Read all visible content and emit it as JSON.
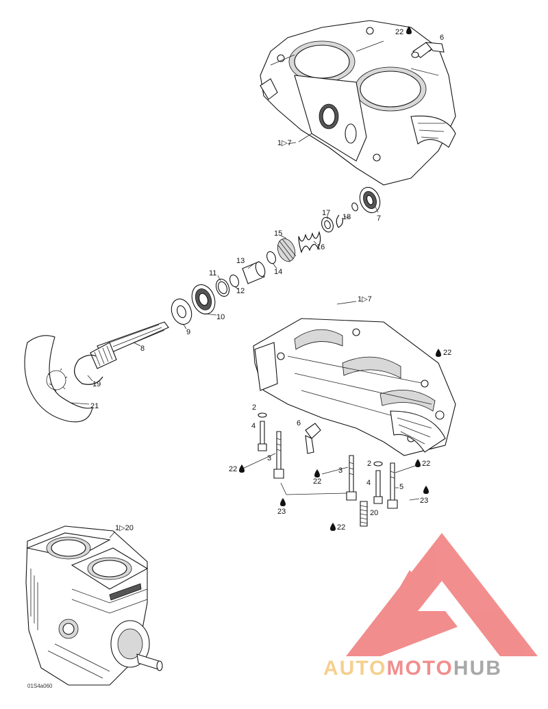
{
  "callouts": {
    "c22_top": "22",
    "c6_top": "6",
    "ref_upper_crankcase": "1▷7",
    "c7": "7",
    "c18": "18",
    "c17": "17",
    "c15": "15",
    "c16": "16",
    "c13": "13",
    "c14": "14",
    "c11": "11",
    "c12": "12",
    "c10": "10",
    "c9": "9",
    "c8": "8",
    "c19": "19",
    "c21": "21",
    "ref_lower_crankcase": "1▷7",
    "c22_right": "22",
    "c2_left": "2",
    "c4_left": "4",
    "c6_mid": "6",
    "c3_left": "3",
    "c22_left": "22",
    "c22_mid": "22",
    "c3_mid": "3",
    "c2_right": "2",
    "c4_right": "4",
    "c5": "5",
    "c22_bolt": "22",
    "c23_right": "23",
    "c23_left": "23",
    "c20": "20",
    "c22_bottom": "22",
    "ref_engine": "1▷20",
    "drawing_code": "01S4a060"
  },
  "watermark": {
    "text_auto": "AUTO",
    "text_moto": "MOTO",
    "text_hub": "HUB",
    "color_red": "#f07a7a",
    "color_orange": "#f5c77a",
    "color_gray": "#9a9a9a"
  }
}
